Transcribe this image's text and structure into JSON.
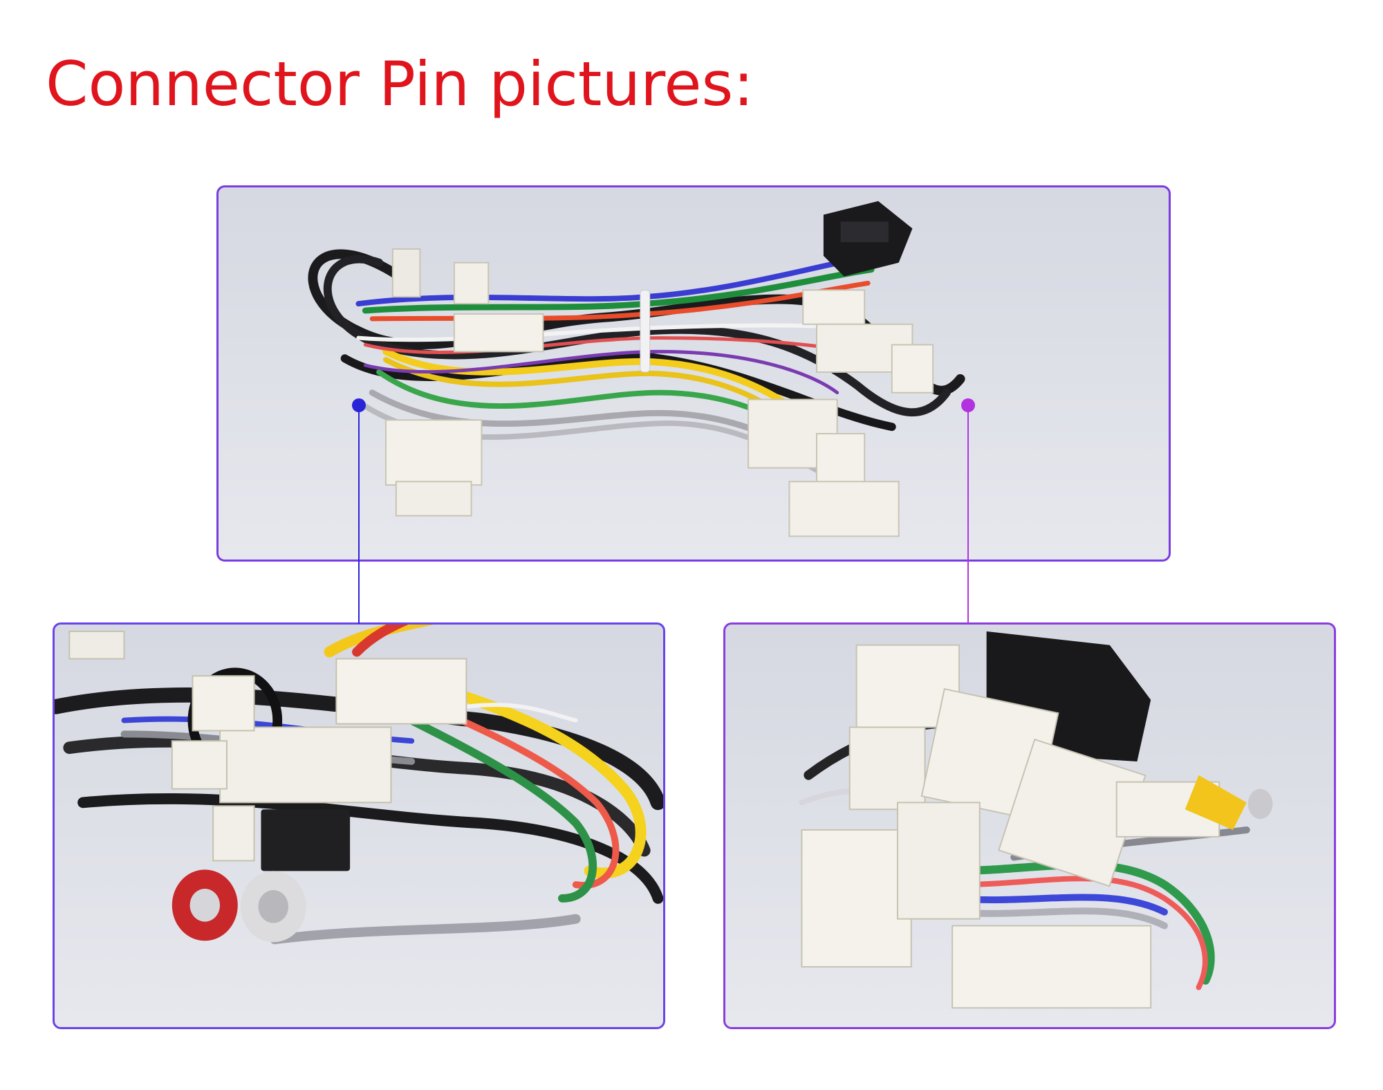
{
  "title": "Connector Pin pictures:",
  "colors": {
    "title": "#e0141c",
    "panel_border": "#7a3be0",
    "left_callout": "#2a24d8",
    "right_callout": "#b232e0"
  },
  "panels": [
    {
      "id": "overview",
      "image": "wiring-harness-overview-photo"
    },
    {
      "id": "left-detail",
      "image": "left-end-connectors-closeup-photo"
    },
    {
      "id": "right-detail",
      "image": "right-end-connectors-closeup-photo"
    }
  ]
}
